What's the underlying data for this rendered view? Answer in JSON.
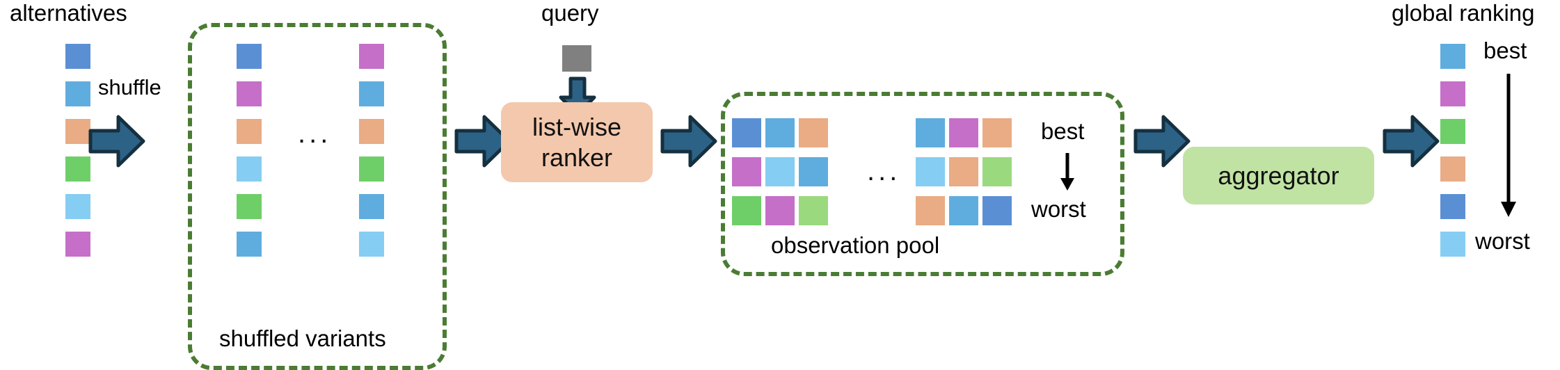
{
  "diagram": {
    "title": "list-wise ranking with shuffled variants and aggregation",
    "labels": {
      "alternatives": "alternatives",
      "shuffle": "shuffle",
      "shuffled_variants": "shuffled variants",
      "query": "query",
      "list_wise_ranker": "list-wise\nranker",
      "list_wise_ranker_line1": "list-wise",
      "list_wise_ranker_line2": "ranker",
      "observation_pool": "observation pool",
      "best": "best",
      "worst": "worst",
      "aggregator": "aggregator",
      "global_ranking": "global ranking",
      "ellipsis": "..."
    },
    "palette": {
      "blue_dark": "#5b8fd4",
      "blue_mid": "#5fadde",
      "blue_light": "#85cdf2",
      "orange": "#e9ac85",
      "green": "#6ecf68",
      "green_light": "#9bd97e",
      "magenta": "#c56fc9",
      "gray": "#808080",
      "arrow_fill": "#2d6287",
      "arrow_stroke": "#15303f",
      "ranker_box": "#f3c8ad",
      "aggregator_box": "#c0e3a4",
      "dash_green": "#4a7c33",
      "text": "#000000",
      "background": "#ffffff"
    },
    "alternatives_column": {
      "name": "alternatives",
      "colors": [
        "blue_dark",
        "blue_mid",
        "orange",
        "green",
        "blue_light",
        "magenta"
      ]
    },
    "shuffled_variants": {
      "name": "shuffled variants",
      "ellipsis": "...",
      "variants": [
        {
          "name": "variant-1",
          "colors": [
            "blue_dark",
            "magenta",
            "orange",
            "blue_light",
            "green",
            "blue_mid"
          ]
        },
        {
          "name": "variant-n",
          "colors": [
            "magenta",
            "blue_mid",
            "orange",
            "green",
            "blue_mid",
            "blue_light"
          ]
        }
      ]
    },
    "query": {
      "label": "query",
      "color": "gray"
    },
    "observation_pool": {
      "name": "observation pool",
      "ellipsis": "...",
      "order_top": "best",
      "order_bottom": "worst",
      "grids": [
        {
          "name": "observation-grid-1",
          "rows": [
            [
              "blue_dark",
              "blue_mid",
              "orange"
            ],
            [
              "magenta",
              "blue_light",
              "blue_mid"
            ],
            [
              "green",
              "magenta",
              "green_light"
            ]
          ]
        },
        {
          "name": "observation-grid-n",
          "rows": [
            [
              "blue_mid",
              "magenta",
              "orange"
            ],
            [
              "blue_light",
              "orange",
              "green_light"
            ],
            [
              "orange",
              "blue_mid",
              "blue_dark"
            ]
          ]
        }
      ]
    },
    "global_ranking": {
      "name": "global ranking",
      "order_top": "best",
      "order_bottom": "worst",
      "colors": [
        "blue_mid",
        "magenta",
        "green",
        "orange",
        "blue_dark",
        "blue_light"
      ]
    }
  }
}
